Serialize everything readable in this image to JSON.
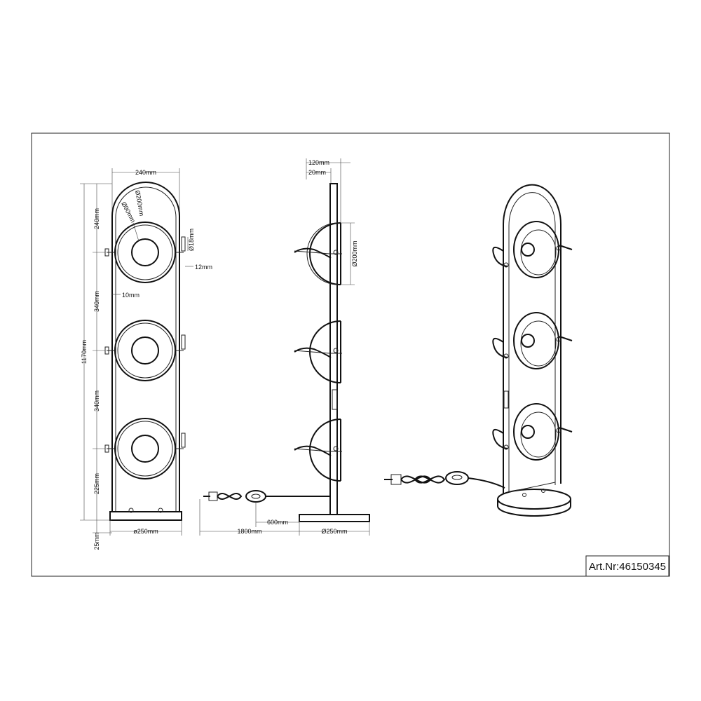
{
  "article": {
    "label": "Art.Nr:46150345"
  },
  "front_view": {
    "width": "240mm",
    "arch_height": "240mm",
    "shade_diameter": "Ø200mm",
    "inner_diameter": "Ø90mm",
    "knob_diameter": "Ø18mm",
    "knob_offset": "12mm",
    "frame_gap": "10mm",
    "total_height": "1170mm",
    "spacing_1": "340mm",
    "spacing_2": "340mm",
    "bottom_height": "225mm",
    "base_height": "25mm",
    "base_diameter": "ø250mm"
  },
  "side_view": {
    "depth": "120mm",
    "frame_depth": "20mm",
    "shade_diameter": "Ø200mm",
    "cable_length": "1800mm",
    "switch_distance": "600mm",
    "base_diameter": "Ø250mm"
  }
}
